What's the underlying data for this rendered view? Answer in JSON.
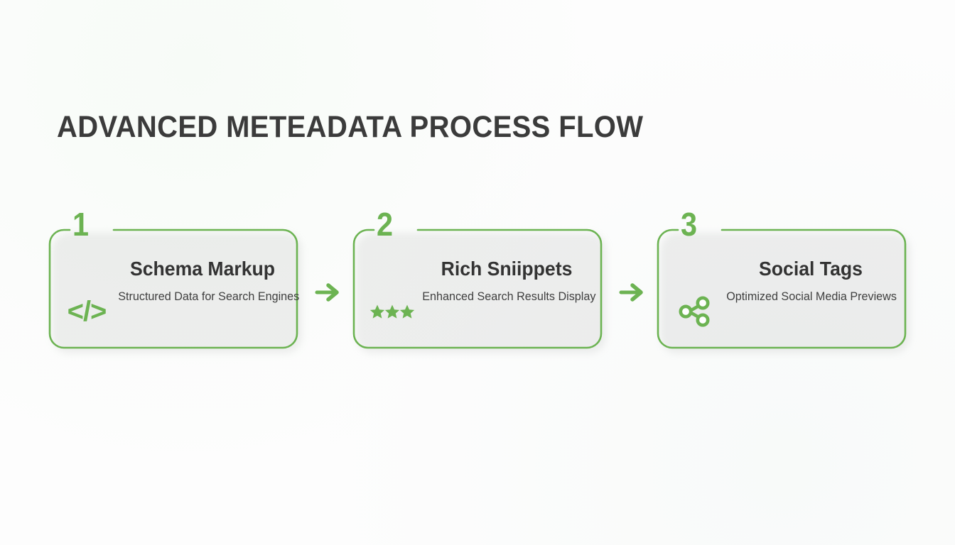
{
  "slide": {
    "title": "ADVANCED METEADATA PROCESS FLOW",
    "accent_color": "#6cb352",
    "title_color": "#3b3b3b",
    "background_color": "#fdfdfd"
  },
  "flow": {
    "arrow_glyph": "→",
    "steps": [
      {
        "number": "1",
        "title": "Schema Markup",
        "subtitle": "Structured Data for Search Engines",
        "icon": "code-icon",
        "icon_glyph": "</>"
      },
      {
        "number": "2",
        "title": "Rich Sniippets",
        "subtitle": "Enhanced Search Results Display",
        "icon": "three-stars-icon",
        "star_count": "3"
      },
      {
        "number": "3",
        "title": "Social Tags",
        "subtitle": "Optimized Social Media Previews",
        "icon": "share-icon"
      }
    ]
  }
}
